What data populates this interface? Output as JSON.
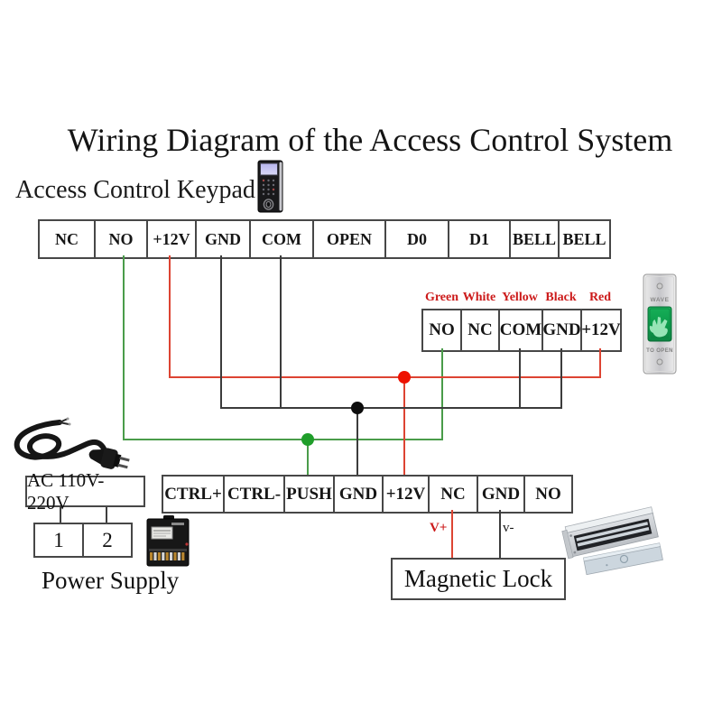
{
  "title": "Wiring Diagram of the Access Control System",
  "keypad": {
    "label": "Access Control Keypad",
    "device_icon": "fingerprint-keypad",
    "terminals": [
      "NC",
      "NO",
      "+12V",
      "GND",
      "COM",
      "OPEN",
      "D0",
      "D1",
      "BELL",
      "BELL"
    ]
  },
  "exit_button": {
    "wire_colors": [
      "Green",
      "White",
      "Yellow",
      "Black",
      "Red"
    ],
    "terminals": [
      "NO",
      "NC",
      "COM",
      "GND",
      "+12V"
    ],
    "device_top_text": "WAVE",
    "device_bottom_text": "TO OPEN",
    "device_icon": "wave-to-open-exit-button"
  },
  "power_supply": {
    "terminals": [
      "CTRL+",
      "CTRL-",
      "PUSH",
      "GND",
      "+12V",
      "NC",
      "GND",
      "NO"
    ],
    "ac_input_label": "AC 110V-220V",
    "port_1": "1",
    "port_2": "2",
    "label": "Power Supply",
    "device_icon": "power-supply-unit",
    "plug_icon": "ac-power-plug"
  },
  "magnetic_lock": {
    "label": "Magnetic Lock",
    "v_plus_label": "V+",
    "v_minus_label": "v-",
    "device_icon": "magnetic-lock"
  },
  "connections": [
    {
      "color": "green",
      "net": "keypad NO → exit button NO → power supply PUSH"
    },
    {
      "color": "red",
      "net": "keypad +12V → exit button +12V → power supply +12V"
    },
    {
      "color": "black",
      "net": "keypad GND + keypad COM → exit button COM + exit button GND → power supply GND"
    },
    {
      "color": "red",
      "net": "power supply NC → magnetic lock V+"
    },
    {
      "color": "black",
      "net": "power supply GND → magnetic lock v-"
    }
  ],
  "colors": {
    "wire_green": "#4a9c4a",
    "wire_red": "#dd4433",
    "wire_black": "#3c3c3c",
    "dot_green": "#1f9e2a",
    "dot_red": "#ee1100",
    "dot_black": "#0d0d0d",
    "label_red": "#cc1a1a",
    "border_col": "#474747"
  }
}
